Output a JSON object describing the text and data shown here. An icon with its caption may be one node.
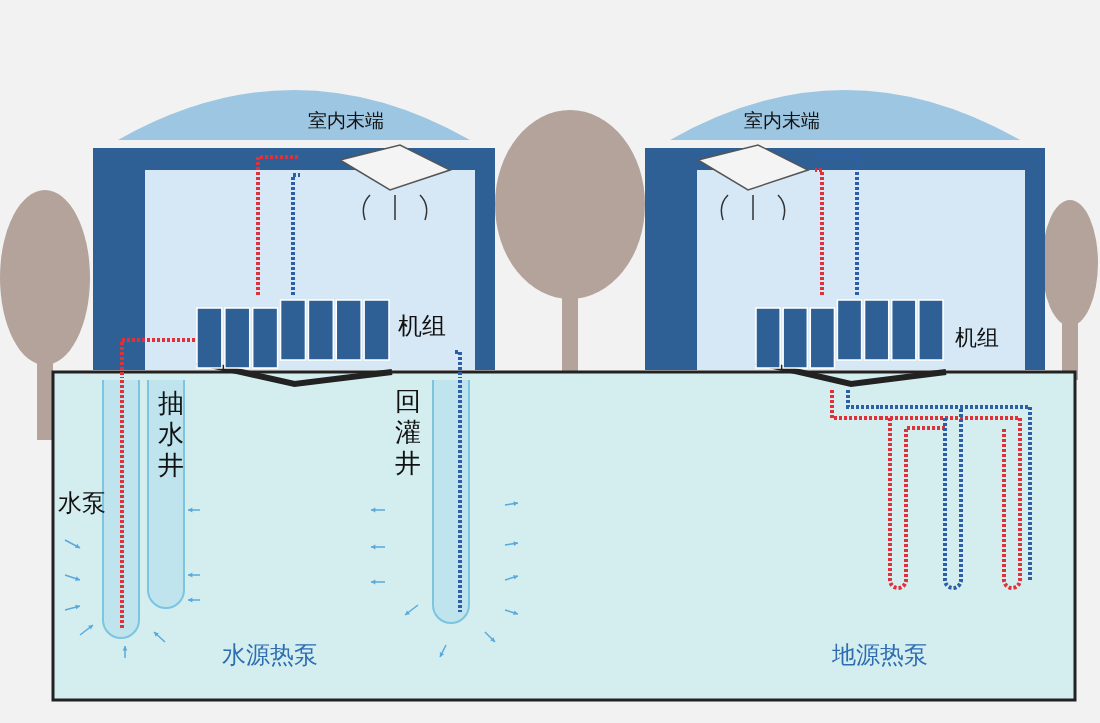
{
  "diagram": {
    "nodes": [
      {
        "text": [
          "室内末端"
        ]
      },
      {
        "text": [
          "室内末端"
        ]
      },
      {
        "text": [
          "机组"
        ]
      },
      {
        "text": [
          "机组"
        ]
      },
      {
        "text": [
          "抽水井"
        ]
      },
      {
        "text": [
          "回灌井"
        ]
      },
      {
        "text": [],
        "shape": "picture"
      }
    ],
    "edges": [
      {
        "from": 2,
        "to": 0,
        "arrow": "none",
        "color": "#e0303a"
      },
      {
        "from": 2,
        "to": 0,
        "arrow": "none",
        "color": "#2c5fa8"
      },
      {
        "from": 2,
        "to": 4,
        "arrow": "none",
        "color": "#e0303a"
      },
      {
        "from": 2,
        "to": 5,
        "arrow": "none",
        "color": "#2c5fa8"
      },
      {
        "from": 3,
        "to": 1,
        "arrow": "none",
        "color": "#e0303a"
      },
      {
        "from": 3,
        "to": 1,
        "arrow": "none",
        "color": "#2c5fa8"
      },
      {
        "from": 3,
        "to": 6,
        "arrow": "none",
        "color": "#e0303a"
      },
      {
        "from": 3,
        "to": 6,
        "arrow": "none",
        "color": "#2c5fa8"
      }
    ],
    "labels": [
      "水泵",
      "水源热泵",
      "地源热泵"
    ]
  }
}
